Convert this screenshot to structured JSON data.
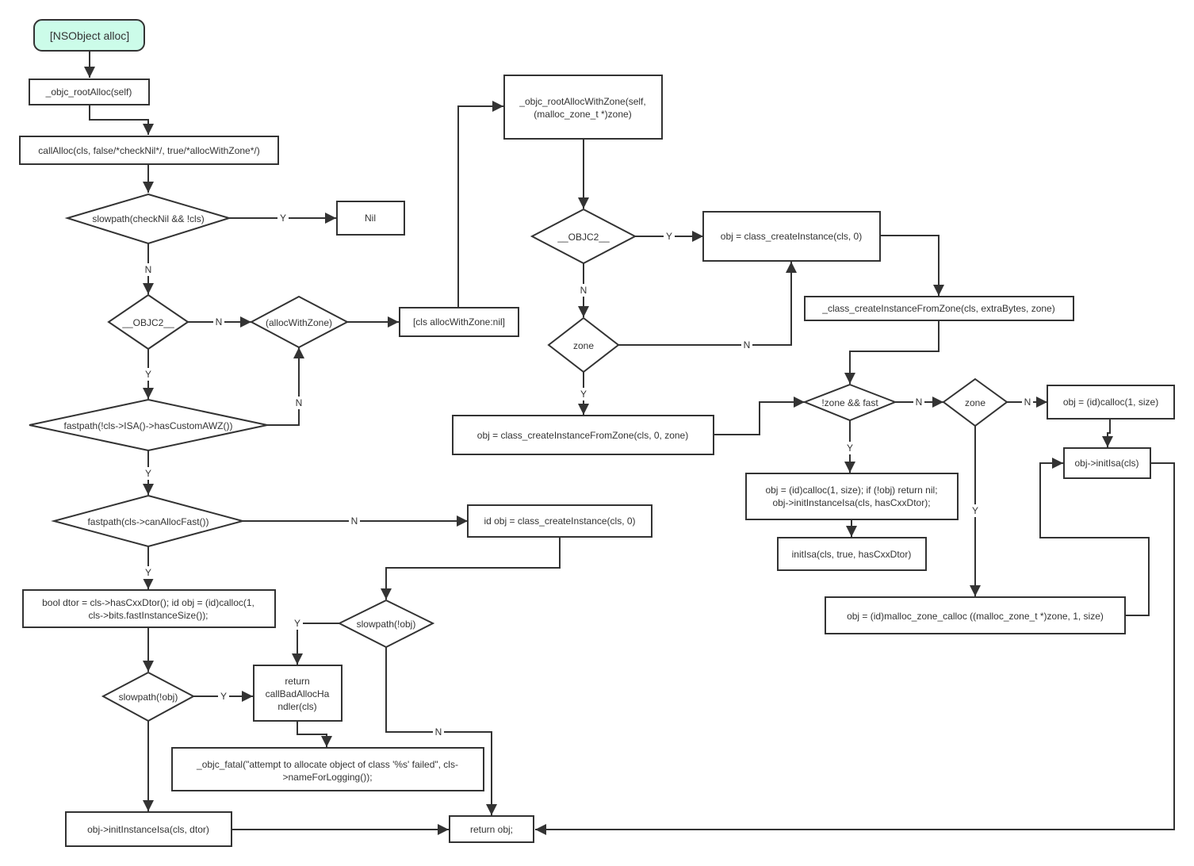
{
  "nodes": {
    "start": "[NSObject alloc]",
    "root_alloc": "_objc_rootAlloc(self)",
    "call_alloc": "callAlloc(cls, false/*checkNil*/, true/*allocWithZone*/)",
    "d_slowpath_checknil": "slowpath(checkNil && !cls)",
    "nil": "Nil",
    "d_objc2_left": "__OBJC2__",
    "d_allocwithzone": "(allocWithZone)",
    "cls_allocwithzone": "[cls allocWithZone:nil]",
    "d_fastpath_awz": "fastpath(!cls->ISA()->hasCustomAWZ())",
    "d_fastpath_canallocfast": "fastpath(cls->canAllocFast())",
    "id_obj_create": "id obj = class_createInstance(cls, 0)",
    "bool_dtor": [
      "bool dtor = cls->hasCxxDtor();   id obj = (id)calloc(1,",
      "cls->bits.fastInstanceSize());"
    ],
    "d_slowpath_obj_left": "slowpath(!obj)",
    "return_bad_alloc": [
      "return",
      "callBadAllocHa",
      "ndler(cls)"
    ],
    "d_slowpath_obj_mid": "slowpath(!obj)",
    "objc_fatal": [
      "_objc_fatal(\"attempt to allocate object of class '%s' failed\",  cls-",
      ">nameForLogging());"
    ],
    "init_instance_isa_dtor": "obj->initInstanceIsa(cls, dtor)",
    "return_obj": "return obj;",
    "root_alloc_with_zone": [
      "_objc_rootAllocWithZone(self,",
      "(malloc_zone_t *)zone)"
    ],
    "d_objc2_right": "__OBJC2__",
    "obj_create_instance": "obj = class_createInstance(cls, 0)",
    "d_zone_left": "zone",
    "obj_create_from_zone": "obj = class_createInstanceFromZone(cls, 0, zone)",
    "class_create_from_zone": "_class_createInstanceFromZone(cls, extraBytes, zone)",
    "d_not_zone_fast": "!zone && fast",
    "d_zone_right": "zone",
    "obj_calloc": "obj = (id)calloc(1, size)",
    "obj_initisa": "obj->initIsa(cls)",
    "obj_calloc_return": [
      "obj = (id)calloc(1, size); if (!obj) return nil;",
      "obj->initInstanceIsa(cls, hasCxxDtor);"
    ],
    "init_isa": "initIsa(cls, true, hasCxxDtor)",
    "obj_malloc_zone": "obj = (id)malloc_zone_calloc ((malloc_zone_t *)zone, 1, size)"
  },
  "edge_labels": {
    "checknil_to_nil": "Y",
    "checknil_to_objc2": "N",
    "objc2_to_allocwithzone": "N",
    "objc2_to_awz": "Y",
    "awz_to_allocwithzone": "N",
    "awz_to_canallocfast": "Y",
    "canallocfast_to_create": "N",
    "canallocfast_to_dtor": "Y",
    "slowobj_left_to_return": "Y",
    "slowobj_mid_to_return": "Y",
    "slowobj_mid_to_returnobj": "N",
    "objc2r_to_create": "Y",
    "objc2r_to_zone": "N",
    "zone_to_create": "N",
    "zone_to_fromzone": "Y",
    "notzonefast_to_zone": "N",
    "notzonefast_to_calloc_return": "Y",
    "zoner_to_calloc": "N",
    "zoner_to_malloc": "Y"
  },
  "colors": {
    "start_fill": "#ccfce9",
    "stroke": "#333333",
    "background": "#ffffff"
  }
}
